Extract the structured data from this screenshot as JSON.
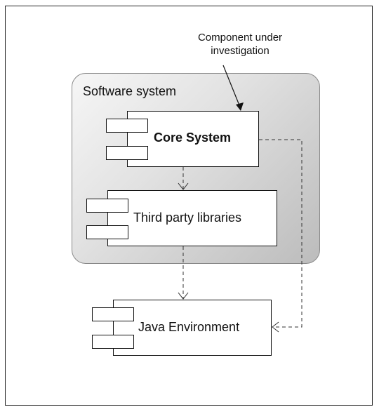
{
  "annotation": {
    "line1": "Component under",
    "line2": "investigation"
  },
  "system": {
    "title": "Software system"
  },
  "components": {
    "core": {
      "label": "Core System"
    },
    "third_party": {
      "label": "Third party libraries"
    },
    "java": {
      "label": "Java Environment"
    }
  }
}
